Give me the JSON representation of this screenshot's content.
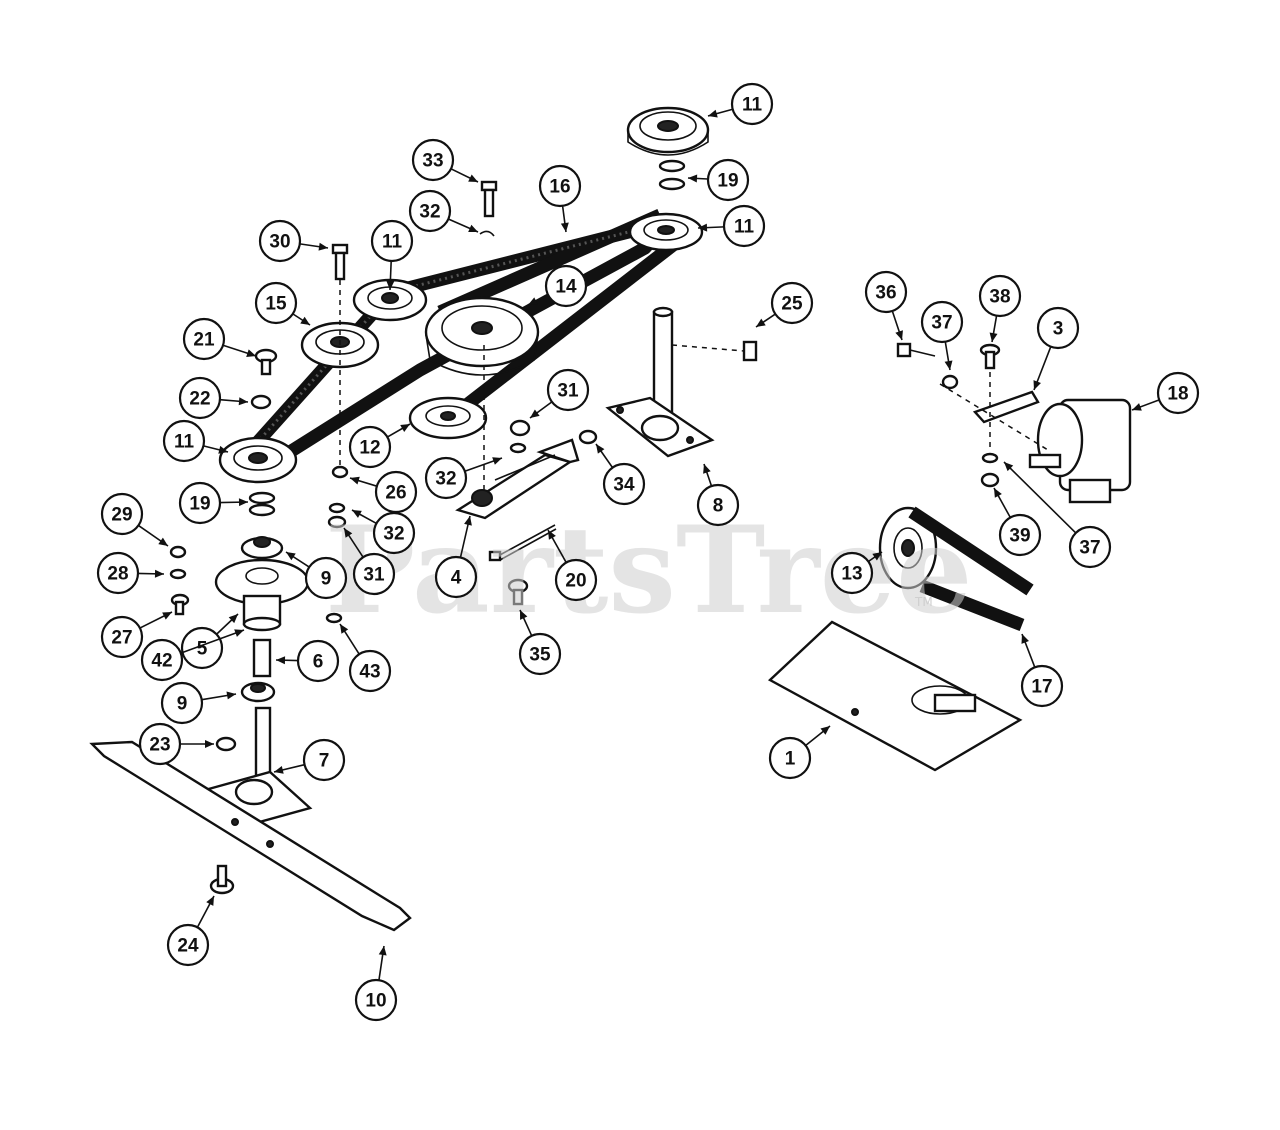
{
  "watermark": {
    "text": "PartsTree",
    "tm": "TM"
  },
  "callouts": [
    {
      "id": "c01",
      "label": "11"
    },
    {
      "id": "c02",
      "label": "19"
    },
    {
      "id": "c03",
      "label": "33"
    },
    {
      "id": "c04",
      "label": "16"
    },
    {
      "id": "c05",
      "label": "32"
    },
    {
      "id": "c06",
      "label": "11"
    },
    {
      "id": "c07",
      "label": "30"
    },
    {
      "id": "c08",
      "label": "11"
    },
    {
      "id": "c09",
      "label": "15"
    },
    {
      "id": "c10",
      "label": "14"
    },
    {
      "id": "c11",
      "label": "25"
    },
    {
      "id": "c12",
      "label": "21"
    },
    {
      "id": "c13",
      "label": "22"
    },
    {
      "id": "c14",
      "label": "31"
    },
    {
      "id": "c15",
      "label": "11"
    },
    {
      "id": "c16",
      "label": "12"
    },
    {
      "id": "c17",
      "label": "32"
    },
    {
      "id": "c18",
      "label": "34"
    },
    {
      "id": "c19",
      "label": "19"
    },
    {
      "id": "c20",
      "label": "26"
    },
    {
      "id": "c21",
      "label": "8"
    },
    {
      "id": "c22",
      "label": "29"
    },
    {
      "id": "c23",
      "label": "32"
    },
    {
      "id": "c24",
      "label": "28"
    },
    {
      "id": "c25",
      "label": "9"
    },
    {
      "id": "c26",
      "label": "31"
    },
    {
      "id": "c27",
      "label": "4"
    },
    {
      "id": "c28",
      "label": "20"
    },
    {
      "id": "c29",
      "label": "27"
    },
    {
      "id": "c30",
      "label": "5"
    },
    {
      "id": "c31",
      "label": "42"
    },
    {
      "id": "c32",
      "label": "6"
    },
    {
      "id": "c33",
      "label": "43"
    },
    {
      "id": "c34",
      "label": "35"
    },
    {
      "id": "c35",
      "label": "9"
    },
    {
      "id": "c36",
      "label": "23"
    },
    {
      "id": "c37",
      "label": "7"
    },
    {
      "id": "c38",
      "label": "24"
    },
    {
      "id": "c39",
      "label": "10"
    },
    {
      "id": "c40",
      "label": "36"
    },
    {
      "id": "c41",
      "label": "37"
    },
    {
      "id": "c42",
      "label": "38"
    },
    {
      "id": "c43",
      "label": "3"
    },
    {
      "id": "c44",
      "label": "18"
    },
    {
      "id": "c45",
      "label": "39"
    },
    {
      "id": "c46",
      "label": "37"
    },
    {
      "id": "c47",
      "label": "13"
    },
    {
      "id": "c48",
      "label": "17"
    },
    {
      "id": "c49",
      "label": "1"
    }
  ]
}
